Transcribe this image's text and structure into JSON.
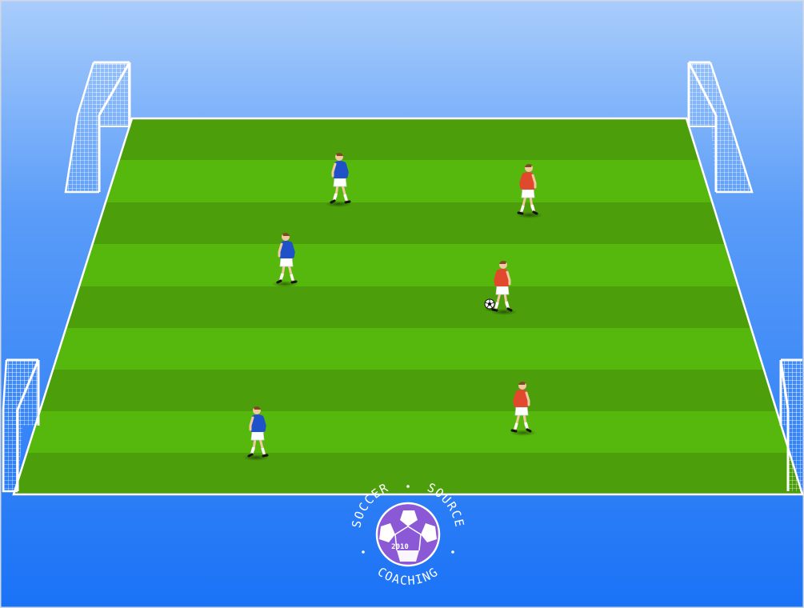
{
  "scene": {
    "sky_top_color": "#a9cdfb",
    "sky_bottom_color": "#1a72f6",
    "pitch_light_color": "#56b80c",
    "pitch_dark_color": "#4c9f0b",
    "line_color": "#ffffff",
    "team_blue": {
      "shirt_color": "#1f52c9",
      "player_count": 3
    },
    "team_red": {
      "shirt_color": "#e0492c",
      "player_count": 3
    },
    "ball": "soccer-ball-icon",
    "goal_count": 4
  },
  "logo": {
    "top_left_text": "SOCCER",
    "top_right_text": "SOURCE",
    "bottom_text": "COACHING",
    "year": "2010",
    "ball_color": "#8b58d6",
    "ring_text_color": "#ffffff"
  }
}
